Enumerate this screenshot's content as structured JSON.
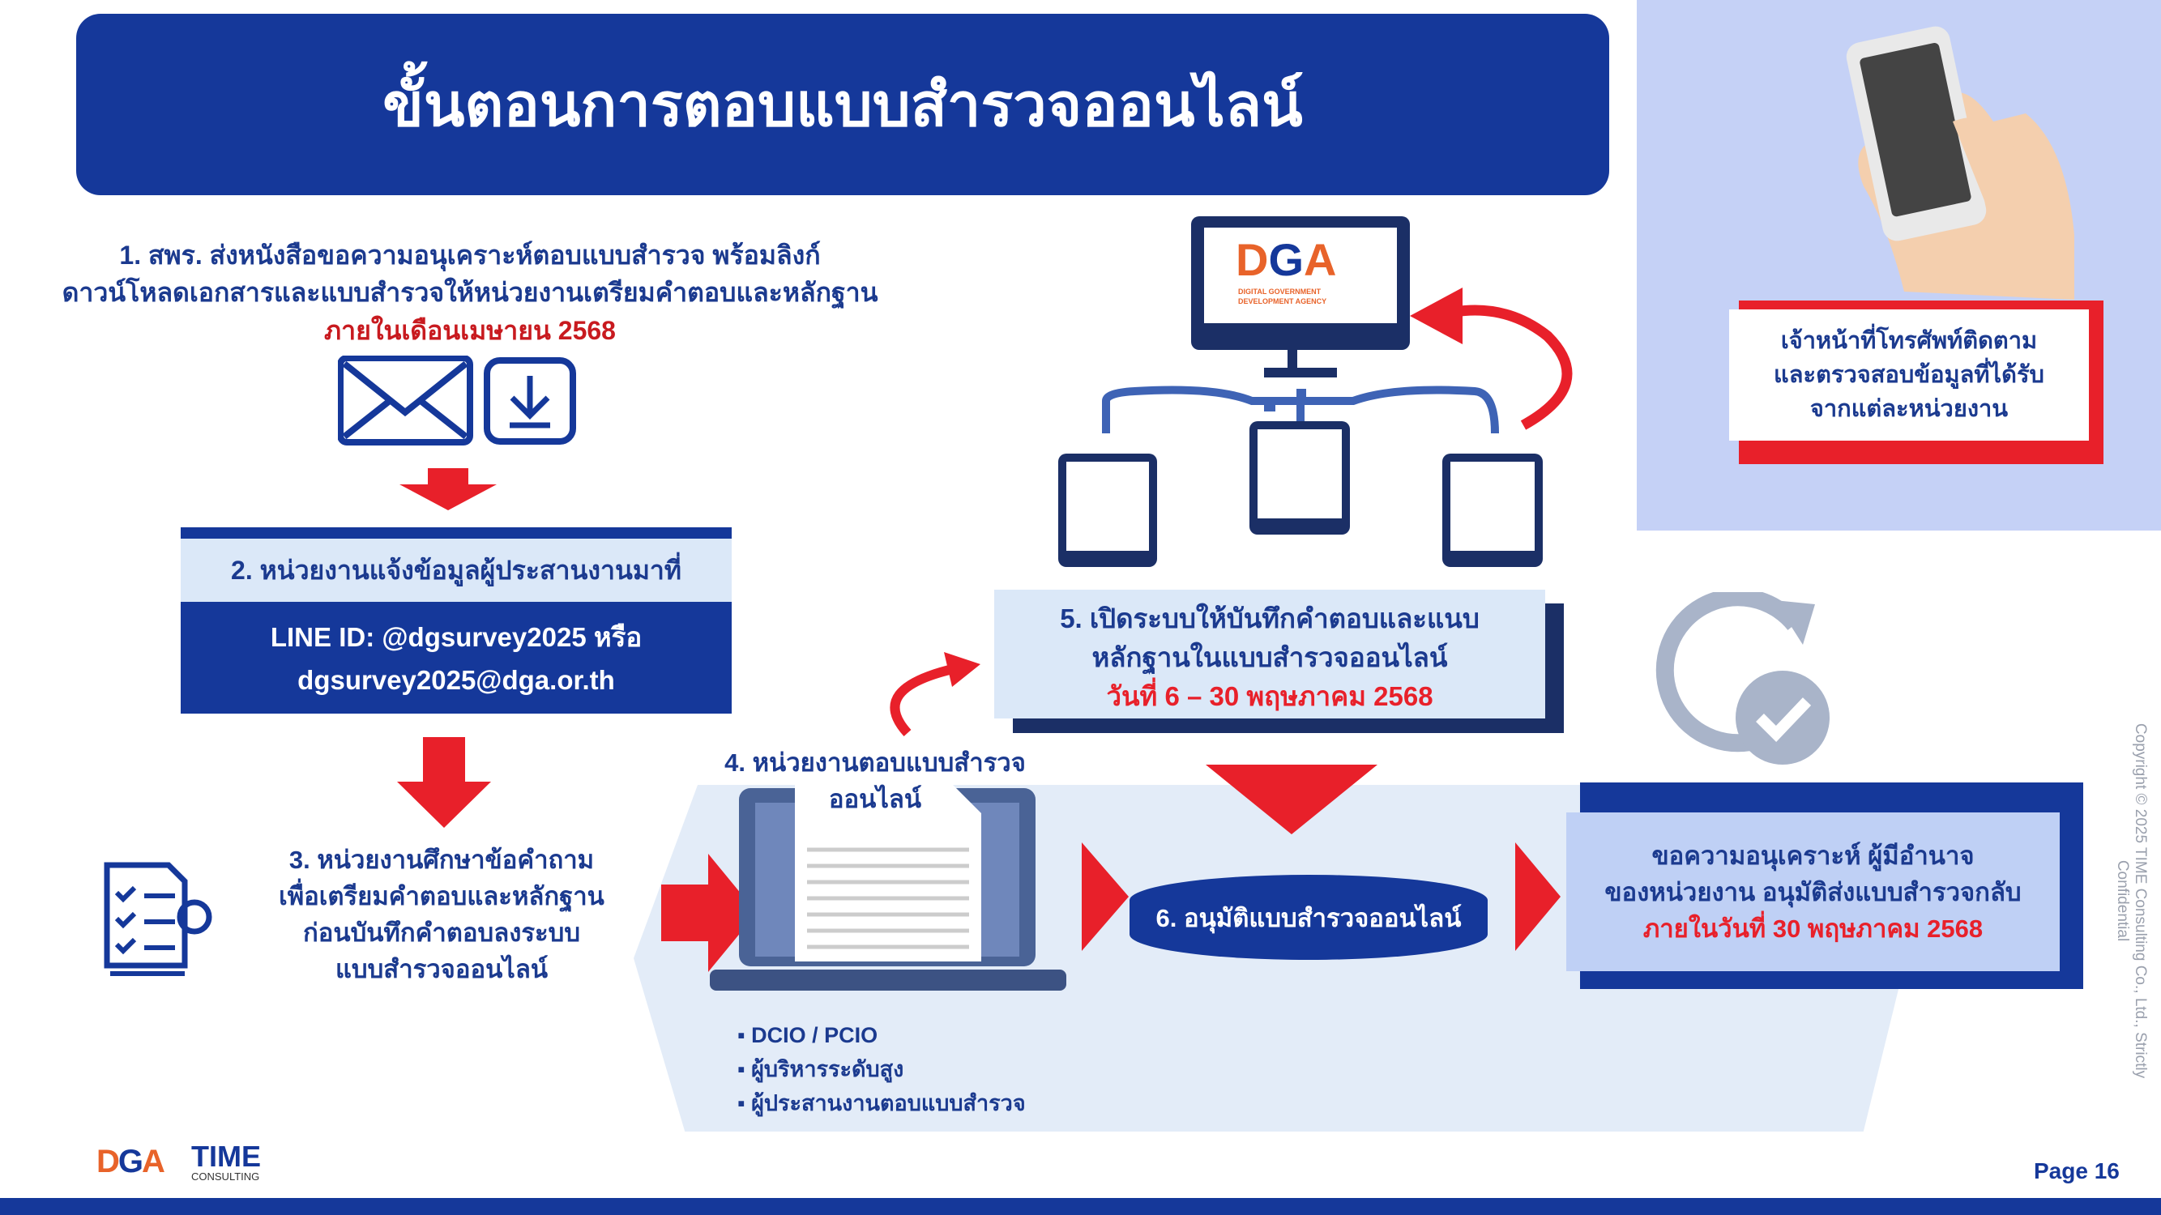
{
  "title": "ขั้นตอนการตอบแบบสำรวจออนไลน์",
  "step1": {
    "line1": "1. สพร. ส่งหนังสือขอความอนุเคราะห์ตอบแบบสำรวจ พร้อมลิงก์",
    "line2": "ดาวน์โหลดเอกสารและแบบสำรวจให้หน่วยงานเตรียมคำตอบและหลักฐาน",
    "deadline": "ภายในเดือนเมษายน 2568"
  },
  "step2": {
    "heading": "2. หน่วยงานแจ้งข้อมูลผู้ประสานงานมาที่",
    "line1": "LINE ID: @dgsurvey2025  หรือ",
    "line2": "dgsurvey2025@dga.or.th"
  },
  "step3": {
    "line1": "3. หน่วยงานศึกษาข้อคำถาม",
    "line2": "เพื่อเตรียมคำตอบและหลักฐาน",
    "line3": "ก่อนบันทึกคำตอบลงระบบ",
    "line4": "แบบสำรวจออนไลน์"
  },
  "step4": {
    "line1": "4. หน่วยงานตอบแบบสำรวจ",
    "line2": "ออนไลน์",
    "bullets": [
      "DCIO / PCIO",
      "ผู้บริหารระดับสูง",
      "ผู้ประสานงานตอบแบบสำรวจ"
    ]
  },
  "step5": {
    "line1": "5. เปิดระบบให้บันทึกคำตอบและแนบ",
    "line2": "หลักฐานในแบบสำรวจออนไลน์",
    "dates": "วันที่ 6 – 30 พฤษภาคม 2568"
  },
  "step6": {
    "label": "6. อนุมัติแบบสำรวจออนไลน์"
  },
  "final": {
    "line1": "ขอความอนุเคราะห์ ผู้มีอำนาจ",
    "line2": "ของหน่วยงาน อนุมัติส่งแบบสำรวจกลับ",
    "deadline": "ภายในวันที่ 30 พฤษภาคม 2568"
  },
  "phone": {
    "line1": "เจ้าหน้าที่โทรศัพท์ติดตาม",
    "line2": "และตรวจสอบข้อมูลที่ได้รับ",
    "line3": "จากแต่ละหน่วยงาน"
  },
  "monitor_logo": {
    "brand": "DGA",
    "sub": "DIGITAL GOVERNMENT DEVELOPMENT AGENCY"
  },
  "footer": {
    "logo_dga": "DGA",
    "logo_time": "TIME",
    "logo_time_sub": "CONSULTING",
    "copyright": "Copyright © 2025 TIME Consulting Co., Ltd., Strictly Confidential",
    "page": "Page 16"
  },
  "colors": {
    "navy": "#15389a",
    "red": "#e8202a",
    "light": "#dbe8f8",
    "lavender": "#c5d1f6"
  }
}
